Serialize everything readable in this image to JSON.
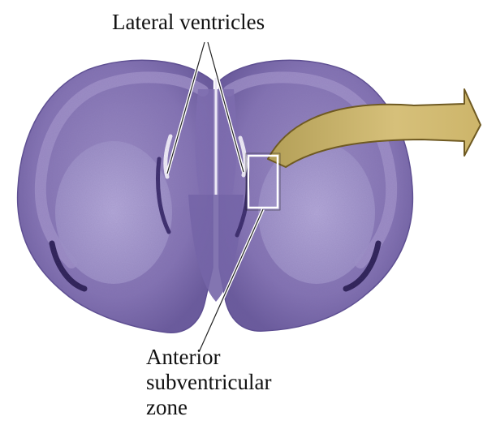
{
  "labels": {
    "lateral_ventricles": "Lateral ventricles",
    "anterior_svz_line1": "Anterior",
    "anterior_svz_line2": "subventricular",
    "anterior_svz_line3": "zone"
  },
  "colors": {
    "tissue_dark": "#6a5b9c",
    "tissue_mid": "#8778b5",
    "tissue_light": "#a99ccc",
    "striatum": "#b2a7d2",
    "arrow_fill": "#cdb56a",
    "arrow_stroke": "#6f5a22",
    "text": "#111111",
    "pointer_line": "#ffffff"
  }
}
